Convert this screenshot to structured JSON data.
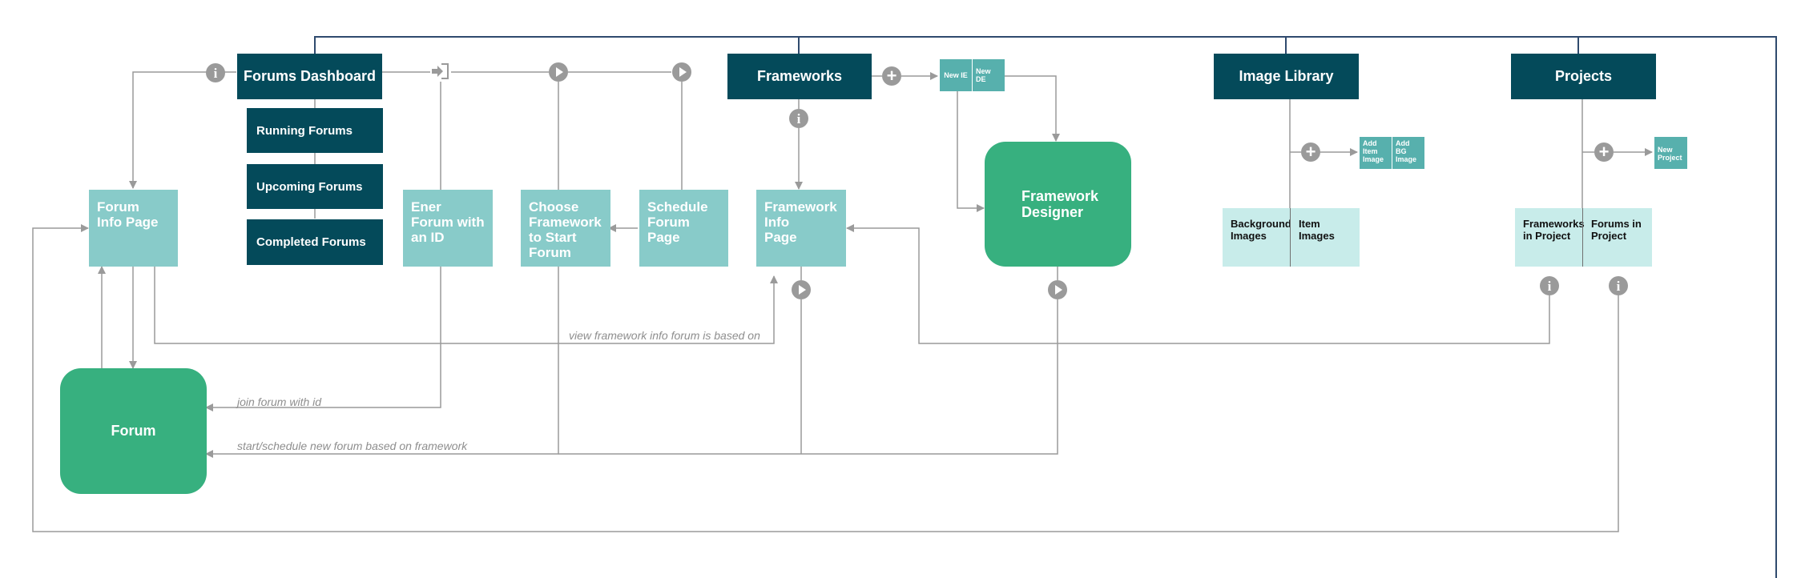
{
  "nav": {
    "forums_dashboard": "Forums Dashboard",
    "frameworks": "Frameworks",
    "image_library": "Image Library",
    "projects": "Projects"
  },
  "dashboard_items": [
    "Running Forums",
    "Upcoming Forums",
    "Completed Forums"
  ],
  "pages": {
    "forum_info": "Forum Info Page",
    "enter_forum_id": "Ener Forum with an ID",
    "choose_framework": "Choose Framework to Start Forum",
    "schedule_forum": "Schedule Forum Page",
    "framework_info": "Framework Info Page"
  },
  "forum": "Forum",
  "framework_designer": "Framework Designer",
  "framework_actions": {
    "new_ie": "New IE",
    "new_de": "New DE"
  },
  "image_actions": {
    "add_item_image": "Add Item Image",
    "add_bg_image": "Add BG Image"
  },
  "project_actions": {
    "new_project": "New Project"
  },
  "image_library_panel": {
    "background_images": "Background Images",
    "item_images": "Item Images"
  },
  "projects_panel": {
    "frameworks_in_project": "Frameworks in Project",
    "forums_in_project": "Forums in Project"
  },
  "edge_labels": {
    "view_framework_info": "view framework info forum is based on",
    "join_forum": "join forum with id",
    "start_schedule": "start/schedule new forum based on framework"
  },
  "colors": {
    "dark_teal": "#044a5a",
    "page_teal": "#88cbc9",
    "forum_green": "#37b07f",
    "small_teal": "#57b0ad",
    "light_panel": "#c8ecea",
    "connector_gray": "#9a9a9a",
    "top_bus": "#2f4a6e"
  },
  "icons": [
    "info-icon",
    "play-icon",
    "plus-icon",
    "login-icon"
  ]
}
